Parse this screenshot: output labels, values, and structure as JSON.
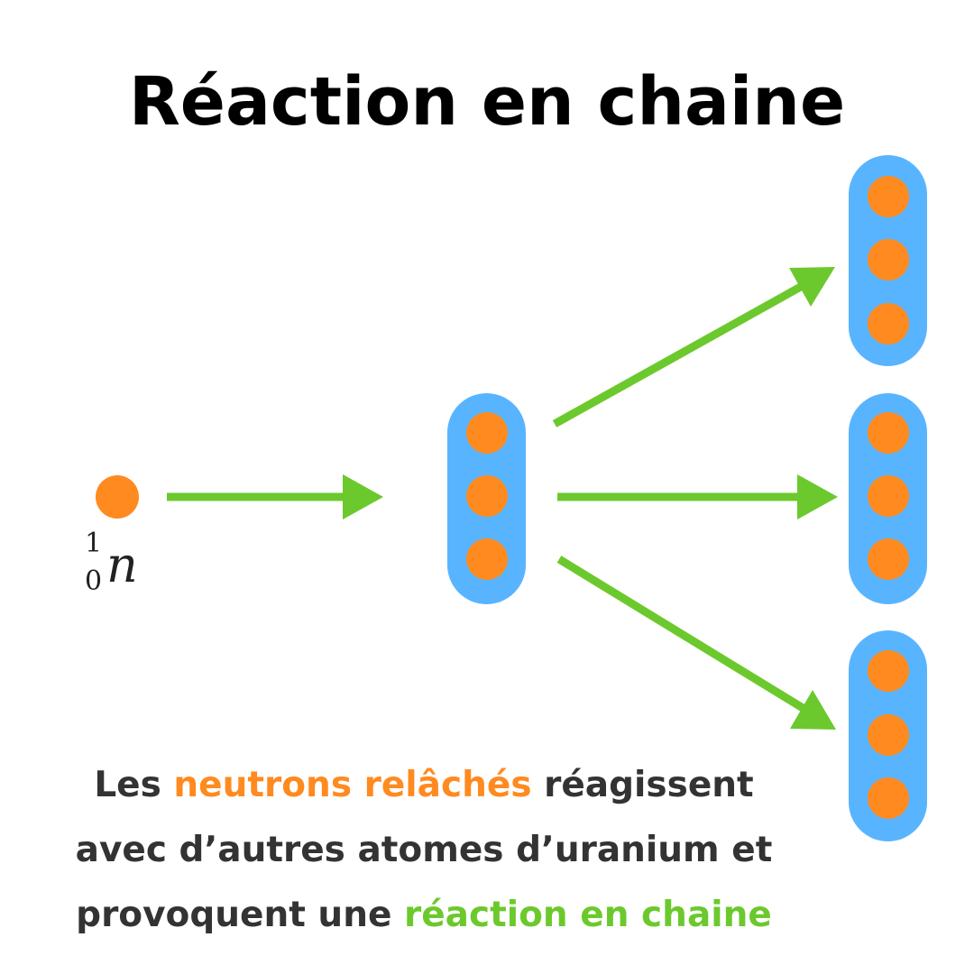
{
  "title": "Réaction en chaine",
  "neutron_label": {
    "mass_number": "1",
    "atomic_number": "0",
    "symbol": "n"
  },
  "caption": {
    "line1_prefix": "Les ",
    "line1_highlight": "neutrons relâchés",
    "line1_suffix": " réagissent",
    "line2": "avec d’autres atomes d’uranium et",
    "line3_prefix": "provoquent une ",
    "line3_highlight": "réaction en chaine"
  },
  "colors": {
    "neutron": "#FF8A1F",
    "nucleus": "#59B4FF",
    "arrow": "#6CC92D",
    "highlight_orange": "#FF8A1F",
    "highlight_green": "#6CC92D",
    "text_dark": "#333333"
  }
}
